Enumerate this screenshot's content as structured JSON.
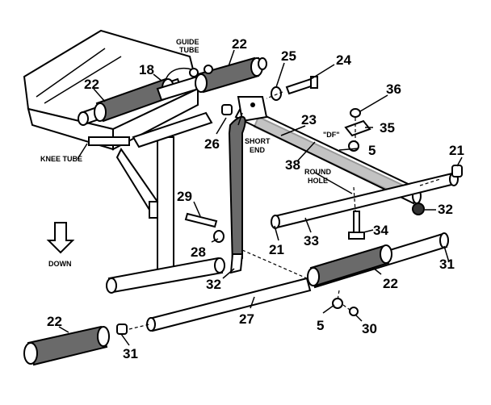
{
  "labels": {
    "guide_tube": [
      "GUIDE",
      "TUBE"
    ],
    "knee_tube": "KNEE TUBE",
    "short_end": [
      "SHORT",
      "END"
    ],
    "df": "\"DF\"",
    "round_hole": [
      "ROUND",
      "HOLE"
    ],
    "down": "DOWN"
  },
  "callouts": {
    "p22_top": "22",
    "p18": "18",
    "p22_left": "22",
    "p25": "25",
    "p24": "24",
    "p36": "36",
    "p23": "23",
    "p35": "35",
    "p26": "26",
    "p5_top": "5",
    "p38": "38",
    "p21_right": "21",
    "p29": "29",
    "p32_right": "32",
    "p34": "34",
    "p28": "28",
    "p21_mid": "21",
    "p33": "33",
    "p31_right": "31",
    "p32_left": "32",
    "p22_mid": "22",
    "p27": "27",
    "p22_bottom": "22",
    "p5_bottom": "5",
    "p30": "30",
    "p31_left": "31"
  }
}
